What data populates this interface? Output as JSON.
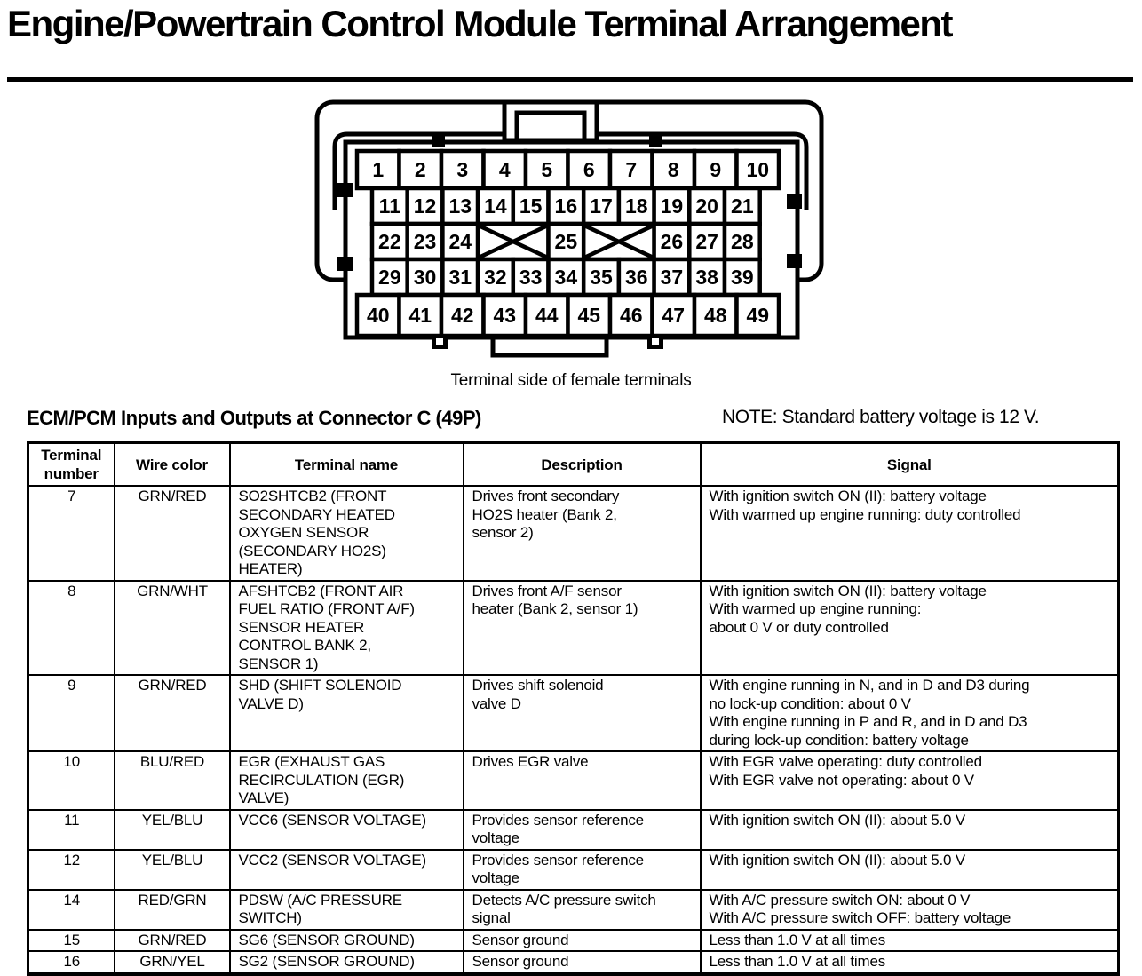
{
  "page": {
    "title": "Engine/Powertrain Control Module Terminal Arrangement",
    "diagram_caption": "Terminal side of female terminals",
    "section_heading": "ECM/PCM Inputs and Outputs at Connector C (49P)",
    "note": "NOTE: Standard battery voltage is 12 V."
  },
  "colors": {
    "ink": "#000000",
    "paper": "#ffffff"
  },
  "connector": {
    "crossed_marker": "XX",
    "rows": [
      [
        "1",
        "2",
        "3",
        "4",
        "5",
        "6",
        "7",
        "8",
        "9",
        "10"
      ],
      [
        "11",
        "12",
        "13",
        "14",
        "15",
        "16",
        "17",
        "18",
        "19",
        "20",
        "21"
      ],
      [
        "22",
        "23",
        "24",
        "XX",
        "25",
        "XX",
        "26",
        "27",
        "28"
      ],
      [
        "29",
        "30",
        "31",
        "32",
        "33",
        "34",
        "35",
        "36",
        "37",
        "38",
        "39"
      ],
      [
        "40",
        "41",
        "42",
        "43",
        "44",
        "45",
        "46",
        "47",
        "48",
        "49"
      ]
    ]
  },
  "table": {
    "headers": [
      "Terminal\nnumber",
      "Wire color",
      "Terminal name",
      "Description",
      "Signal"
    ],
    "rows": [
      {
        "terminal": "7",
        "wire_color": "GRN/RED",
        "terminal_name": "SO2SHTCB2 (FRONT\nSECONDARY HEATED\nOXYGEN SENSOR\n(SECONDARY HO2S)\nHEATER)",
        "description": "Drives front secondary\nHO2S heater (Bank 2,\nsensor 2)",
        "signal": "With ignition switch ON (II): battery voltage\nWith warmed up engine running: duty controlled"
      },
      {
        "terminal": "8",
        "wire_color": "GRN/WHT",
        "terminal_name": "AFSHTCB2 (FRONT AIR\nFUEL RATIO (FRONT A/F)\nSENSOR HEATER\nCONTROL BANK 2,\nSENSOR 1)",
        "description": "Drives front A/F sensor\nheater (Bank 2, sensor 1)",
        "signal": "With ignition switch ON (II): battery voltage\nWith warmed up engine running:\nabout 0 V or duty controlled"
      },
      {
        "terminal": "9",
        "wire_color": "GRN/RED",
        "terminal_name": "SHD (SHIFT SOLENOID\nVALVE D)",
        "description": "Drives shift solenoid\nvalve D",
        "signal": "With engine running in N, and in D and D3 during\nno lock-up condition: about 0 V\nWith engine running in P and R, and in D and D3\nduring lock-up condition: battery voltage"
      },
      {
        "terminal": "10",
        "wire_color": "BLU/RED",
        "terminal_name": "EGR (EXHAUST GAS\nRECIRCULATION (EGR)\nVALVE)",
        "description": "Drives EGR valve",
        "signal": "With EGR valve operating: duty controlled\nWith EGR valve not operating: about 0 V"
      },
      {
        "terminal": "11",
        "wire_color": "YEL/BLU",
        "terminal_name": "VCC6 (SENSOR VOLTAGE)",
        "description": "Provides sensor reference\nvoltage",
        "signal": "With ignition switch ON (II): about 5.0 V"
      },
      {
        "terminal": "12",
        "wire_color": "YEL/BLU",
        "terminal_name": "VCC2 (SENSOR VOLTAGE)",
        "description": "Provides sensor reference\nvoltage",
        "signal": "With ignition switch ON (II): about 5.0 V"
      },
      {
        "terminal": "14",
        "wire_color": "RED/GRN",
        "terminal_name": "PDSW (A/C PRESSURE\nSWITCH)",
        "description": "Detects A/C pressure switch\nsignal",
        "signal": "With A/C pressure switch ON: about 0 V\nWith A/C pressure switch OFF: battery voltage"
      },
      {
        "terminal": "15",
        "wire_color": "GRN/RED",
        "terminal_name": "SG6 (SENSOR GROUND)",
        "description": "Sensor ground",
        "signal": "Less than 1.0 V at all times"
      },
      {
        "terminal": "16",
        "wire_color": "GRN/YEL",
        "terminal_name": "SG2 (SENSOR GROUND)",
        "description": "Sensor ground",
        "signal": "Less than 1.0 V at all times"
      }
    ]
  }
}
